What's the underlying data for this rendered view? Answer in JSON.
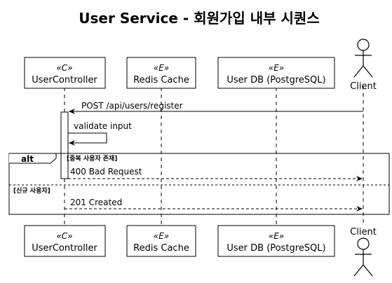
{
  "title": "User Service - 회원가입 내부 시퀀스",
  "participants": [
    {
      "id": "uc",
      "name": "UserController",
      "stereotype": "«C»"
    },
    {
      "id": "rc",
      "name": "Redis Cache",
      "stereotype": "«E»"
    },
    {
      "id": "db",
      "name": "User DB (PostgreSQL)",
      "stereotype": "«E»"
    },
    {
      "id": "cl",
      "name": "Client",
      "type": "actor"
    }
  ],
  "messages": [
    {
      "from": "cl",
      "to": "uc",
      "label": "POST /api/users/register",
      "style": "solid"
    },
    {
      "from": "uc",
      "to": "uc",
      "label": "validate input",
      "style": "solid"
    },
    {
      "from": "uc",
      "to": "cl",
      "label": "400 Bad Request",
      "style": "dashed"
    },
    {
      "from": "uc",
      "to": "cl",
      "label": "201 Created",
      "style": "dashed"
    }
  ],
  "fragment": {
    "operator": "alt",
    "guards": [
      "[중복 사용자 존재]",
      "[신규 사용자]"
    ]
  }
}
